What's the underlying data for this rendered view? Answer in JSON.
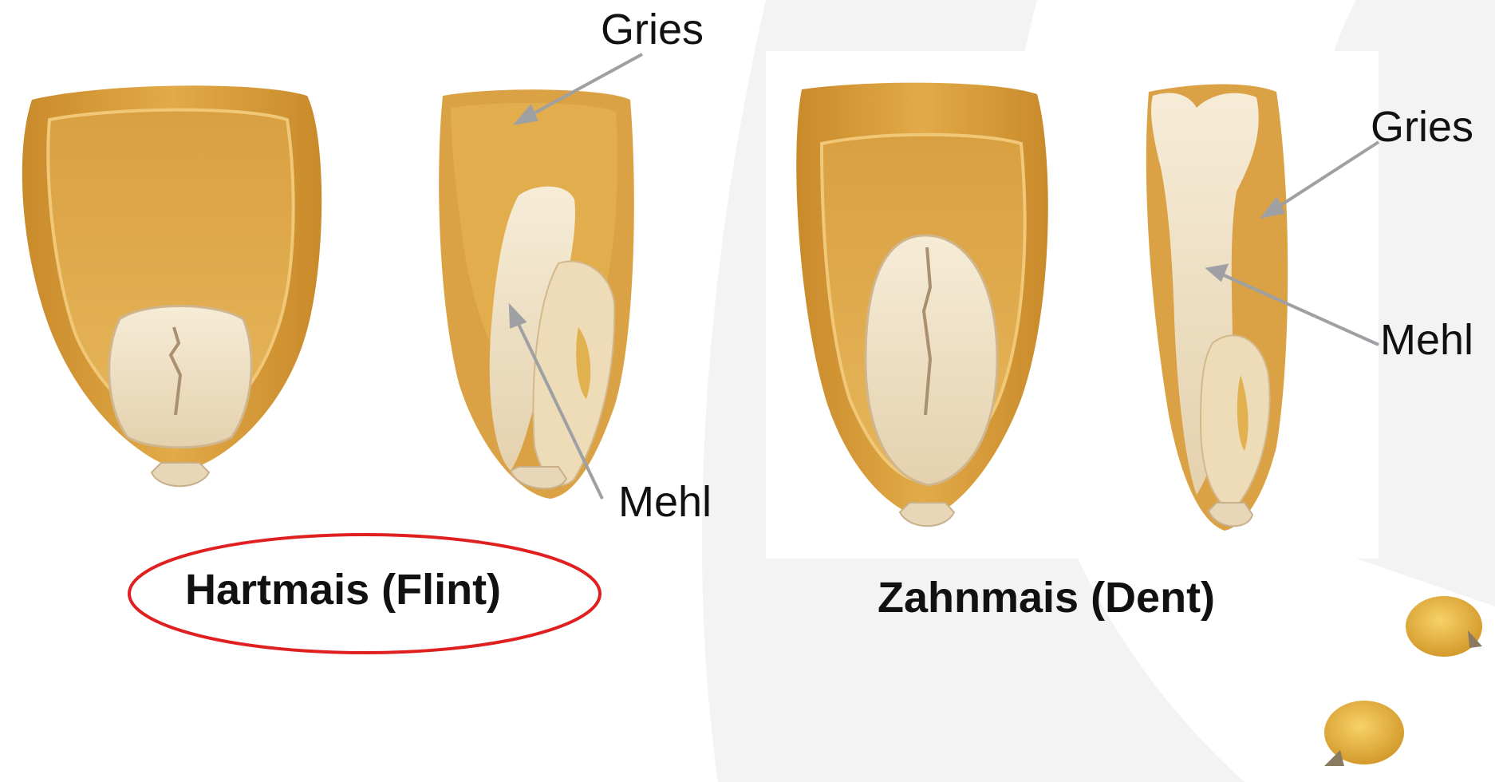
{
  "labels": {
    "flint_top": "Gries",
    "flint_bottom": "Mehl",
    "dent_top": "Gries",
    "dent_bottom": "Mehl"
  },
  "titles": {
    "flint": "Hartmais (Flint)",
    "dent": "Zahnmais (Dent)"
  },
  "colors": {
    "kernel_outer": "#d89a33",
    "kernel_inner": "#e7b44e",
    "kernel_light": "#f2c867",
    "germ": "#f2e3c6",
    "germ_shadow": "#d8c2a0",
    "arrow": "#9ea0a3",
    "highlight_ellipse": "#e02020",
    "background_watermark": "#f4f4f4"
  }
}
